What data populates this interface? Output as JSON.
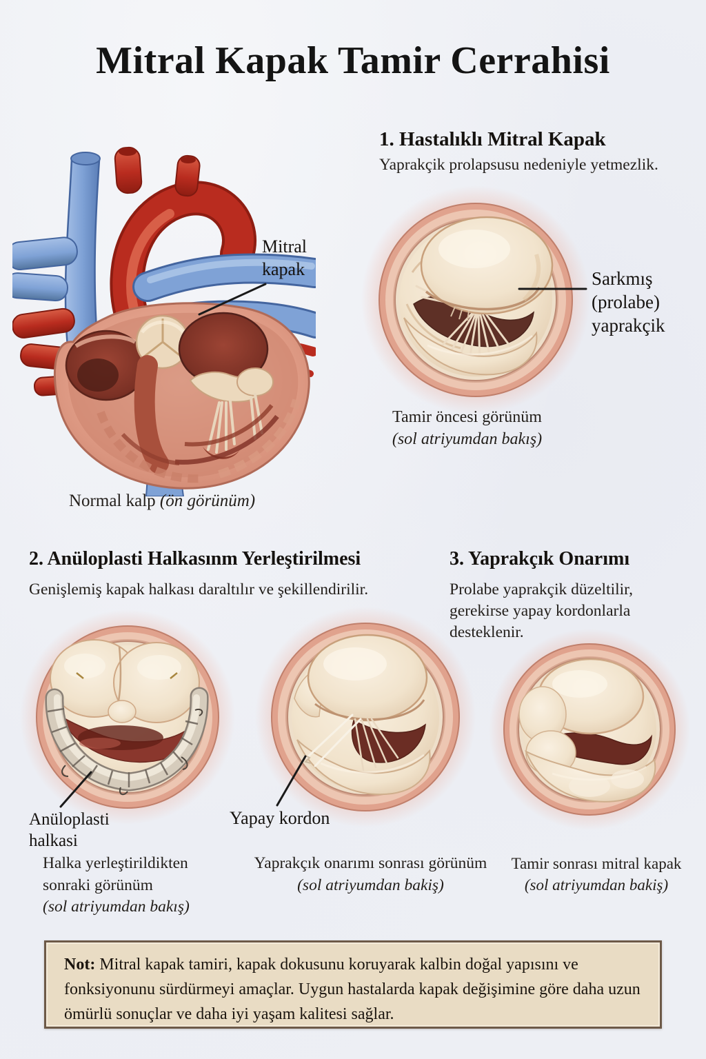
{
  "title": "Mitral Kapak Tamir Cerrahisi",
  "sections": {
    "s1": {
      "heading": "1. Hastalıklı Mitral Kapak",
      "sub": "Yaprakçik prolapsusu nedeniyle yetmezlik.",
      "caption": [
        "Tamir öncesi görünüm",
        "(sol atriyumdan bakış)"
      ]
    },
    "s2": {
      "heading": "2. Anüloplasti Halkasınm Yerleştirilmesi",
      "sub": "Genişlemiş kapak halkası daraltılır ve şekillendirilir.",
      "caption": [
        "Halka yerleştirildikten",
        "sonraki görünüm",
        "(sol atriyumdan bakış)"
      ]
    },
    "s3": {
      "heading": "3. Yaprakçık Onarımı",
      "sub": [
        "Prolabe yaprakçik düzeltilir,",
        "gerekirse yapay kordonlarla",
        "desteklenir."
      ],
      "caption": [
        "Yaprakçık onarımı sonrası görünüm",
        "(sol atriyumdan bakiş)"
      ]
    },
    "s4": {
      "caption": [
        "Tamir sonrası mitral kapak",
        "(sol atriyumdan bakiş)"
      ]
    }
  },
  "labels": {
    "mitral_valve": [
      "Mitral",
      "kapak"
    ],
    "prolapsed_leaflet": [
      "Sarkmış",
      "(prolabe)",
      "yaprakçik"
    ],
    "annuloplasty_ring": [
      "Anüloplasti",
      "halkasi"
    ],
    "artificial_chord": "Yapay kordon",
    "normal_heart": "Normal kalp",
    "normal_heart_view": "(ön görünüm)"
  },
  "note": {
    "label": "Not:",
    "text": "Mitral kapak tamiri, kapak dokusunu koruyarak kalbin doğal yapısını ve fonksiyonunu sürdürmeyi amaçlar. Uygun hastalarda kapak değişimine göre daha uzun ömürlü sonuçlar ve daha iyi yaşam kalitesi sağlar."
  },
  "colors": {
    "background": "#edeff4",
    "ink": "#1c1c1c",
    "annulus_pink": "#e0a28d",
    "leaflet_cream": "#f1e3cc",
    "cavity_brown": "#5e3026",
    "cavity_red": "#8a372d",
    "vessel_blue": "#7fa2d6",
    "vessel_red": "#b92c1f",
    "note_bg": "#e9dcc4",
    "note_border": "#6d5947"
  }
}
